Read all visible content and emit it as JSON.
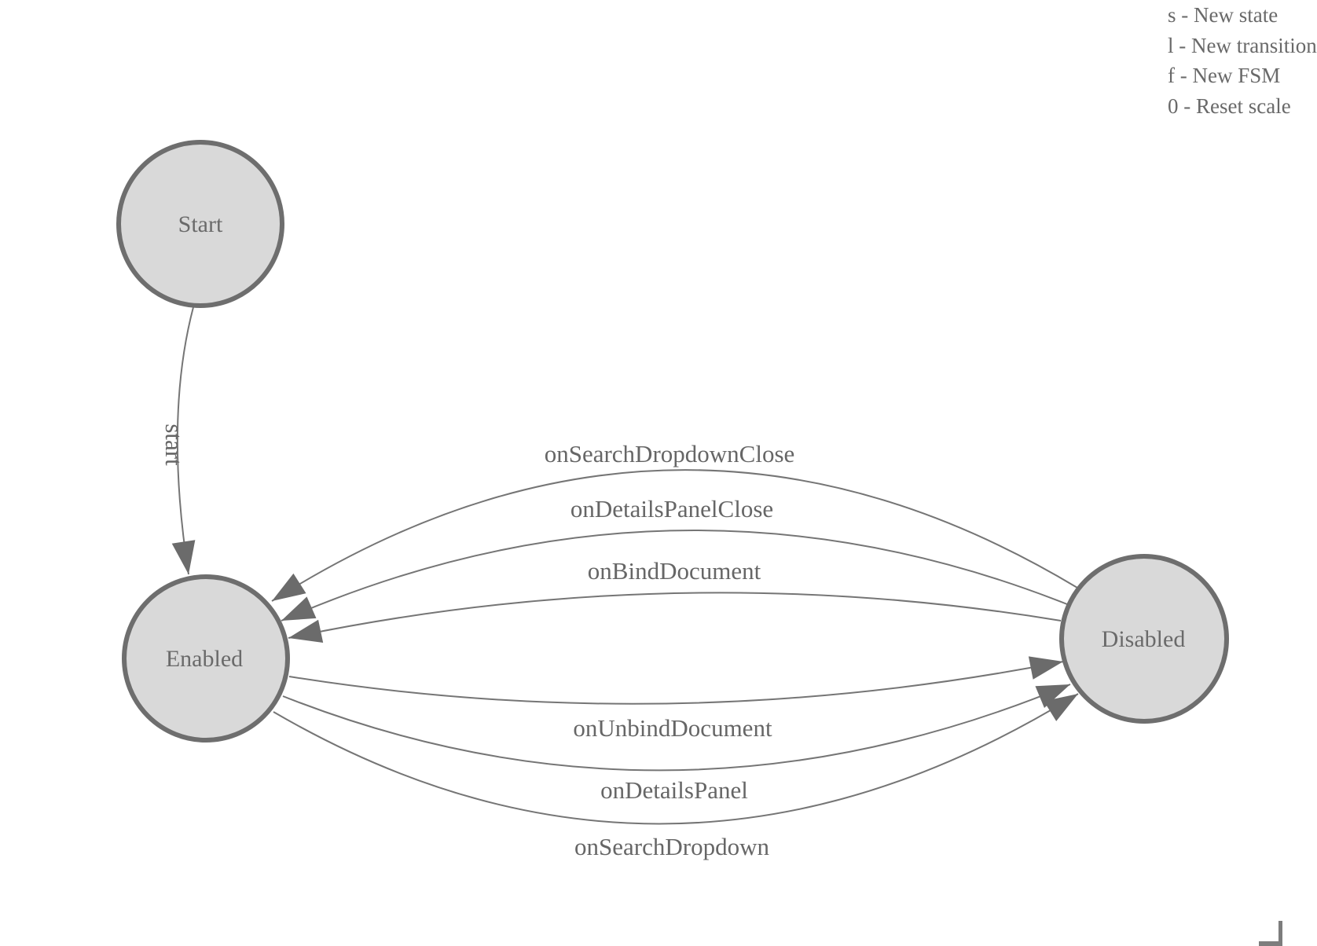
{
  "legend": {
    "lines": [
      "s - New state",
      "l - New transition",
      "f - New FSM",
      "0 - Reset scale"
    ]
  },
  "diagram": {
    "states": [
      {
        "id": "start",
        "label": "Start"
      },
      {
        "id": "enabled",
        "label": "Enabled"
      },
      {
        "id": "disabled",
        "label": "Disabled"
      }
    ],
    "transitions": [
      {
        "label": "start",
        "from": "Start",
        "to": "Enabled"
      },
      {
        "label": "onSearchDropdownClose",
        "from": "Disabled",
        "to": "Enabled"
      },
      {
        "label": "onDetailsPanelClose",
        "from": "Disabled",
        "to": "Enabled"
      },
      {
        "label": "onBindDocument",
        "from": "Disabled",
        "to": "Enabled"
      },
      {
        "label": "onUnbindDocument",
        "from": "Enabled",
        "to": "Disabled"
      },
      {
        "label": "onDetailsPanel",
        "from": "Enabled",
        "to": "Disabled"
      },
      {
        "label": "onSearchDropdown",
        "from": "Enabled",
        "to": "Disabled"
      }
    ],
    "colors": {
      "state_fill": "#d9d9d9",
      "state_stroke": "#6e6e6e",
      "edge_stroke": "#757575",
      "arrowhead": "#6b6b6b",
      "label_text": "#666666",
      "legend_text": "#696969"
    }
  }
}
